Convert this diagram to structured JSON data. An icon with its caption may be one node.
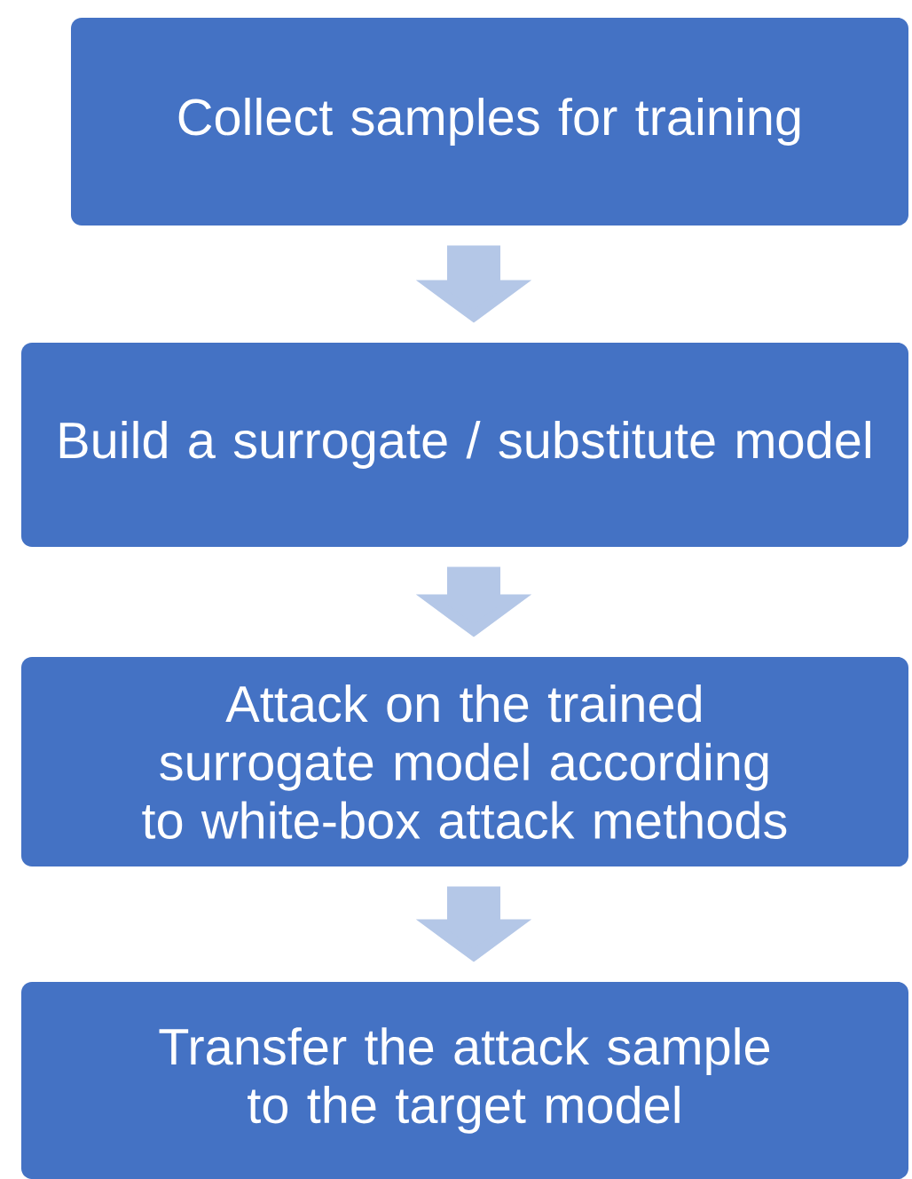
{
  "diagram": {
    "nodes": [
      {
        "text": [
          "Collect samples for training"
        ]
      },
      {
        "text": [
          "Build a surrogate / substitute model"
        ]
      },
      {
        "text": [
          "Attack on the trained surrogate model according to white-box attack methods"
        ]
      },
      {
        "text": [
          "Transfer the attack sample to the target model"
        ]
      }
    ],
    "edges": [
      {
        "from": 0,
        "to": 1,
        "arrow": "to"
      },
      {
        "from": 1,
        "to": 2,
        "arrow": "to"
      },
      {
        "from": 2,
        "to": 3,
        "arrow": "to"
      }
    ]
  }
}
